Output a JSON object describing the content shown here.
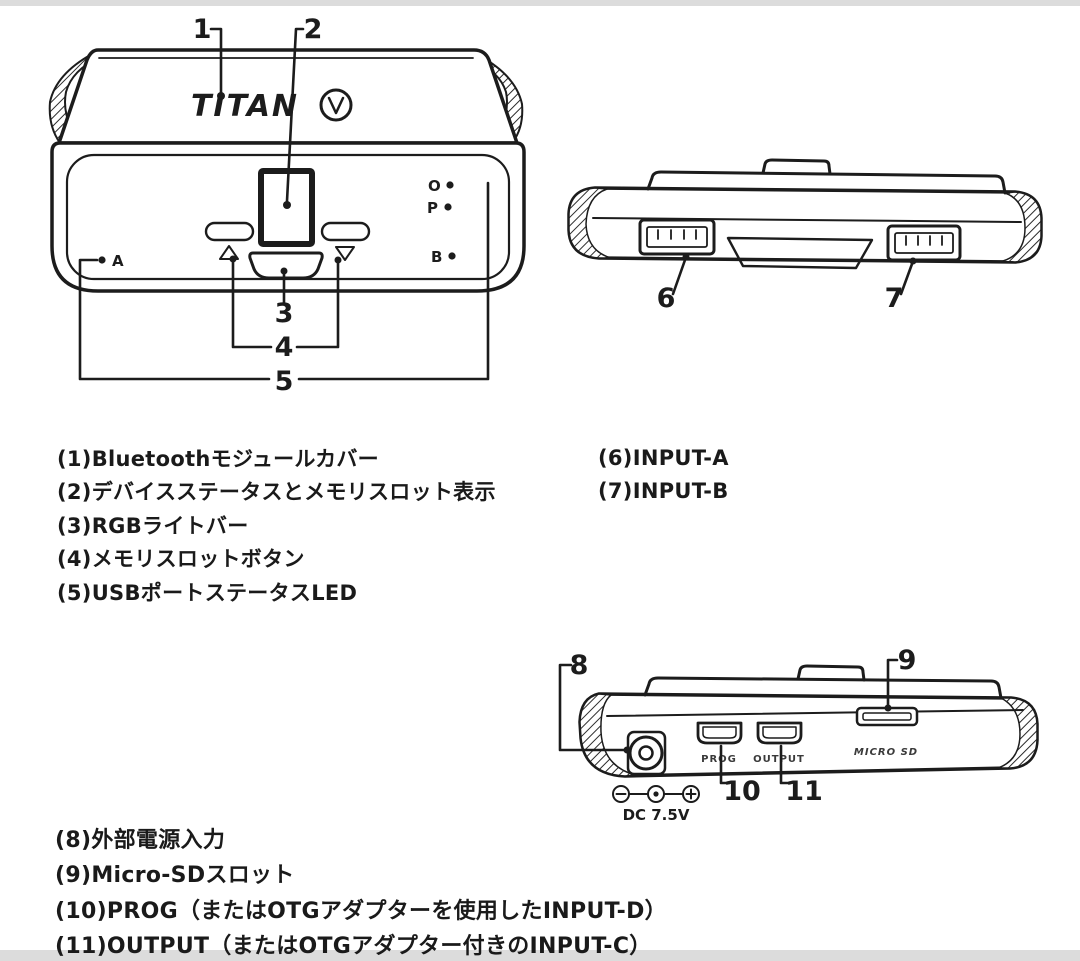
{
  "page": {
    "background": "#ffffff",
    "line_color": "#1c1c1c"
  },
  "device": {
    "logo": "TITAN",
    "front": {
      "callouts": [
        "1",
        "2",
        "3",
        "4",
        "5"
      ],
      "led_a": "A",
      "led_o": "O",
      "led_p": "P",
      "led_b": "B"
    },
    "rear": {
      "callouts": [
        "6",
        "7"
      ]
    },
    "bottom": {
      "callouts": [
        "8",
        "9",
        "10",
        "11"
      ],
      "prog_port_label": "PROG",
      "output_port_label": "OUTPUT",
      "microsd_label": "MICRO SD",
      "dc_label": "DC 7.5V"
    }
  },
  "legend": {
    "top_left": [
      "(1)Bluetoothモジュールカバー",
      "(2)デバイスステータスとメモリスロット表示",
      "(3)RGBライトバー",
      "(4)メモリスロットボタン",
      "(5)USBポートステータスLED"
    ],
    "top_right": [
      "(6)INPUT-A",
      "(7)INPUT-B"
    ],
    "bottom": [
      "(8)外部電源入力",
      "(9)Micro-SDスロット",
      "(10)PROG（またはOTGアダプターを使用したINPUT-D）",
      "(11)OUTPUT（またはOTGアダプター付きのINPUT-C）"
    ]
  }
}
